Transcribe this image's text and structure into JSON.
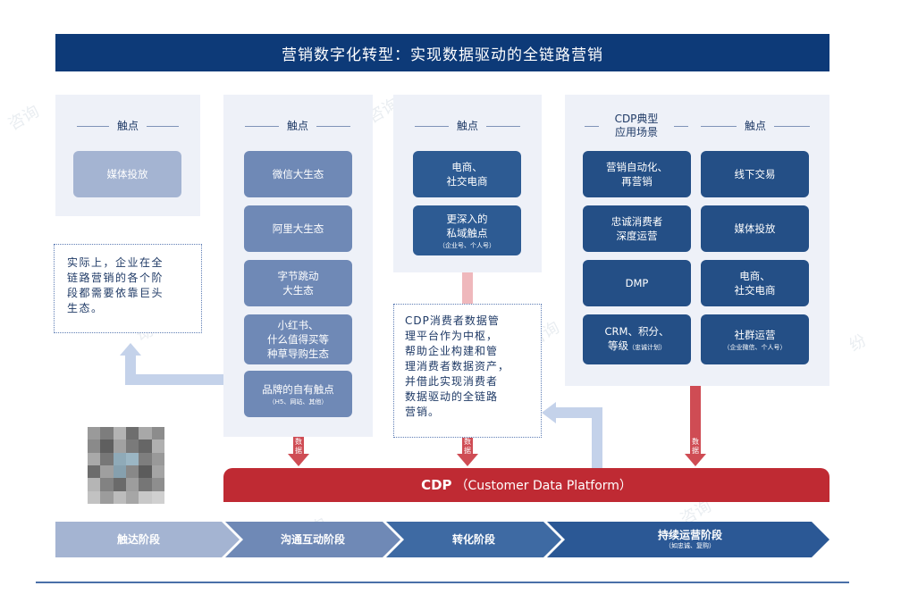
{
  "title": "营销数字化转型：实现数据驱动的全链路营销",
  "columns": {
    "col1": {
      "heading": "触点",
      "boxes": [
        {
          "label": "媒体投放"
        }
      ]
    },
    "col2": {
      "heading": "触点",
      "boxes": [
        {
          "label": "微信大生态"
        },
        {
          "label": "阿里大生态"
        },
        {
          "label_lines": [
            "字节跳动",
            "大生态"
          ]
        },
        {
          "label_lines": [
            "小红书、",
            "什么值得买等",
            "种草导购生态"
          ]
        },
        {
          "label": "品牌的自有触点",
          "sub": "（H5、网站、其他）"
        }
      ]
    },
    "col3": {
      "heading": "触点",
      "boxes": [
        {
          "label_lines": [
            "电商、",
            "社交电商"
          ]
        },
        {
          "label_lines": [
            "更深入的",
            "私域触点"
          ],
          "sub": "（企业号、个人号）"
        }
      ]
    },
    "col4": {
      "heading_lines": [
        "CDP典型",
        "应用场景"
      ],
      "boxes": [
        {
          "label_lines": [
            "营销自动化、",
            "再营销"
          ]
        },
        {
          "label_lines": [
            "忠诚消费者",
            "深度运营"
          ]
        },
        {
          "label": "DMP"
        },
        {
          "label": "CRM、积分、",
          "label2": "等级",
          "label2_small": "（忠诚计划）"
        }
      ]
    },
    "col5": {
      "heading": "触点",
      "boxes": [
        {
          "label": "线下交易"
        },
        {
          "label": "媒体投放"
        },
        {
          "label_lines": [
            "电商、",
            "社交电商"
          ]
        },
        {
          "label": "社群运营",
          "sub": "（企业微信、个人号）"
        }
      ]
    }
  },
  "notes": {
    "left_lines": [
      "实际上，企业在全",
      "链路营销的各个阶",
      "段都需要依靠巨头",
      "生态。"
    ],
    "center_lines": [
      "CDP消费者数据管",
      "理平台作为中枢，",
      "帮助企业构建和管",
      "理消费者数据资产，",
      "并借此实现消费者",
      "数据驱动的全链路",
      "营销。"
    ]
  },
  "data_tags": [
    "数据",
    "数据",
    "数据"
  ],
  "cdp": {
    "bold": "CDP",
    "text": "（Customer Data Platform）"
  },
  "stages": [
    {
      "label": "触达阶段"
    },
    {
      "label": "沟通互动阶段"
    },
    {
      "label": "转化阶段"
    },
    {
      "label": "持续运营阶段",
      "sub": "（如忠诚、复购）"
    }
  ],
  "colors": {
    "title_bg": "#0d3a78",
    "panel_bg": "#eef1f8",
    "cdp_red": "#bf2a33",
    "arrow_red": "#cf4c54",
    "arrow_blue": "#c4d2ea",
    "stage1": "#a4b4d2",
    "stage2": "#6f89b6",
    "stage3": "#3e6aa3",
    "stage4": "#2b5895"
  }
}
